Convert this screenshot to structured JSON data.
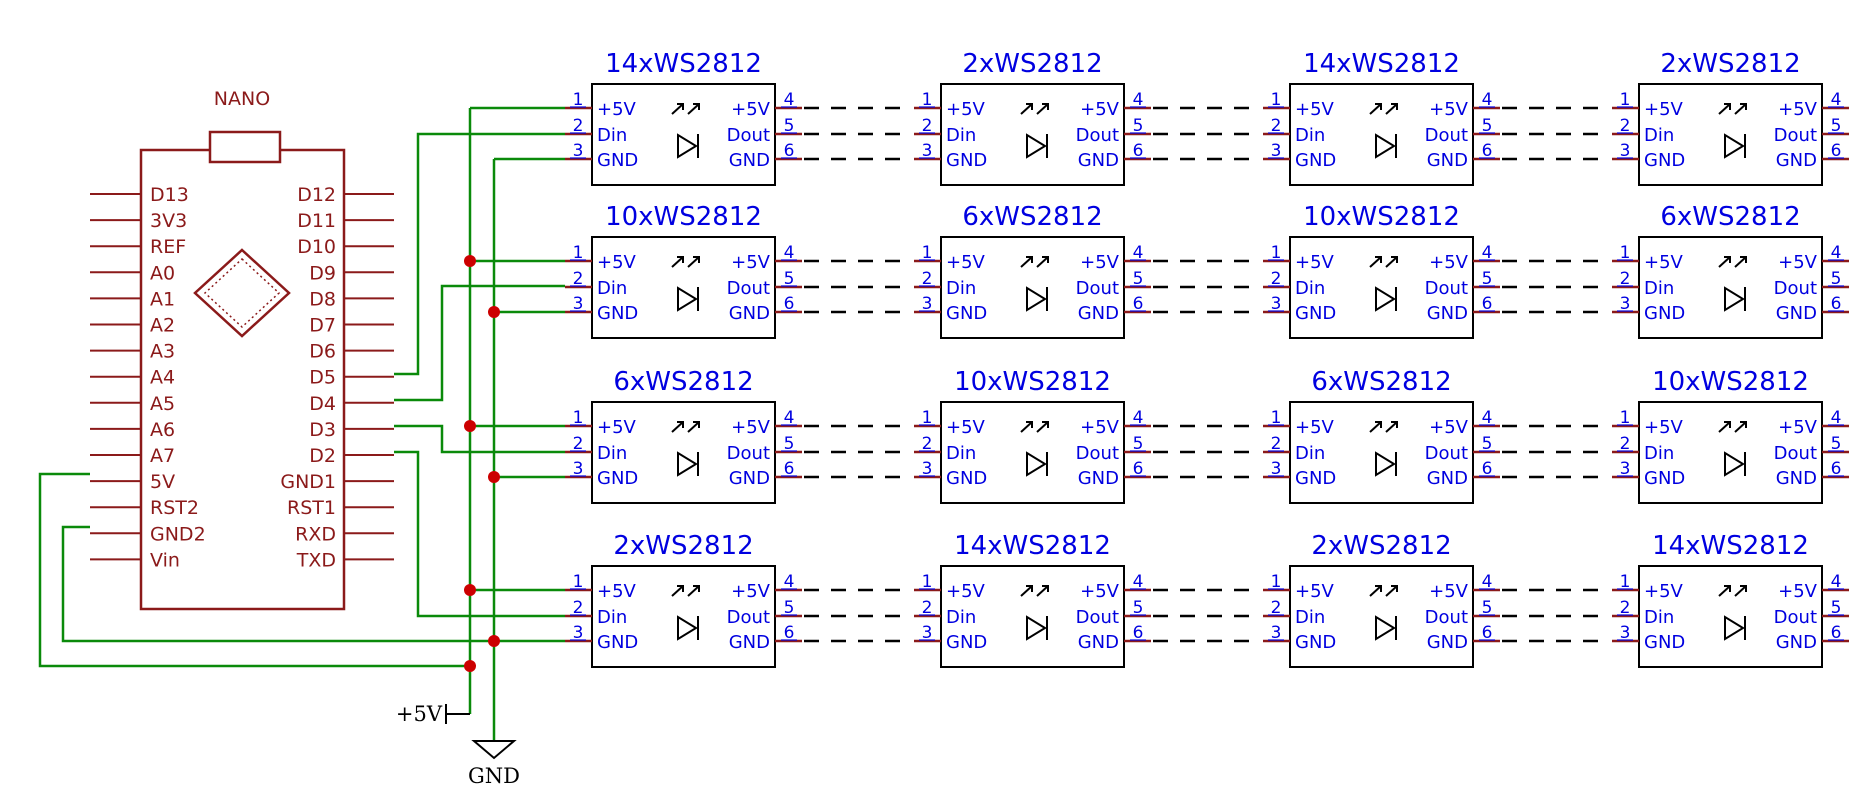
{
  "nano": {
    "title": "NANO",
    "left_pins": [
      "D13",
      "3V3",
      "REF",
      "A0",
      "A1",
      "A2",
      "A3",
      "A4",
      "A5",
      "A6",
      "A7",
      "5V",
      "RST2",
      "GND2",
      "Vin"
    ],
    "right_pins": [
      "D12",
      "D11",
      "D10",
      "D9",
      "D8",
      "D7",
      "D6",
      "D5",
      "D4",
      "D3",
      "D2",
      "GND1",
      "RST1",
      "RXD",
      "TXD"
    ]
  },
  "led_pins": {
    "in": [
      "+5V",
      "Din",
      "GND"
    ],
    "out": [
      "+5V",
      "Dout",
      "GND"
    ],
    "in_nums": [
      "1",
      "2",
      "3"
    ],
    "out_nums": [
      "4",
      "5",
      "6"
    ]
  },
  "strips": [
    [
      "14xWS2812",
      "2xWS2812",
      "14xWS2812",
      "2xWS2812"
    ],
    [
      "10xWS2812",
      "6xWS2812",
      "10xWS2812",
      "6xWS2812"
    ],
    [
      "6xWS2812",
      "10xWS2812",
      "6xWS2812",
      "10xWS2812"
    ],
    [
      "2xWS2812",
      "14xWS2812",
      "2xWS2812",
      "14xWS2812"
    ]
  ],
  "power": {
    "vcc_label": "+5V",
    "gnd_label": "GND"
  },
  "colors": {
    "component": "#8B1A1A",
    "label": "#0000E0",
    "wire": "#0A8A0A",
    "junction": "#CC0000"
  }
}
